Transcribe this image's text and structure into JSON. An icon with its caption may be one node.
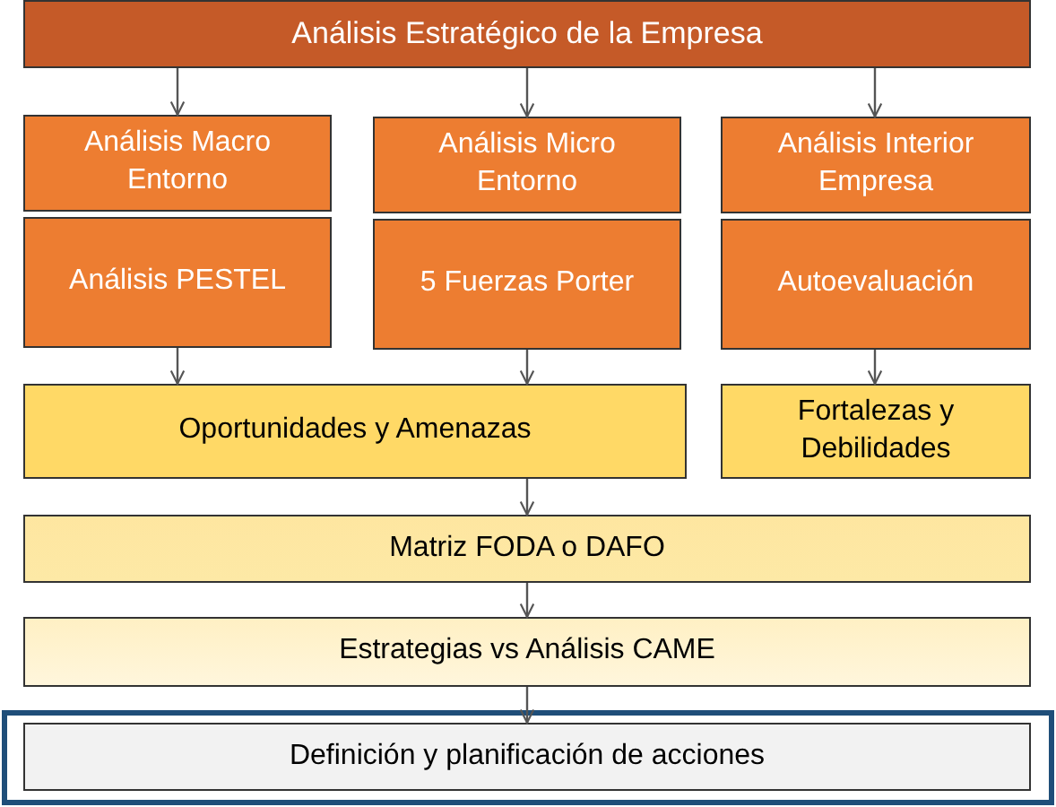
{
  "diagram": {
    "nodes": [
      {
        "text": [
          "Análisis Estratégico de la Empresa"
        ]
      },
      {
        "text": [
          "Análisis Macro Entorno"
        ]
      },
      {
        "text": [
          "Análisis PESTEL"
        ]
      },
      {
        "text": [
          "Análisis Micro Entorno"
        ]
      },
      {
        "text": [
          "5 Fuerzas Porter"
        ]
      },
      {
        "text": [
          "Análisis Interior Empresa"
        ]
      },
      {
        "text": [
          "Autoevaluación"
        ]
      },
      {
        "text": [
          "Oportunidades y Amenazas"
        ]
      },
      {
        "text": [
          "Fortalezas y Debilidades"
        ]
      },
      {
        "text": [
          "Matriz FODA o DAFO"
        ]
      },
      {
        "text": [
          "Estrategias vs Análisis CAME"
        ]
      },
      {
        "text": [],
        "shape": "box"
      },
      {
        "text": [
          "Definición y planificación de acciones"
        ],
        "in": 11
      }
    ],
    "edges": [
      {
        "from": 0,
        "to": 1,
        "arrow": "to"
      },
      {
        "from": 0,
        "to": 3,
        "arrow": "to"
      },
      {
        "from": 0,
        "to": 5,
        "arrow": "to"
      },
      {
        "from": 2,
        "to": 7,
        "arrow": "to"
      },
      {
        "from": 4,
        "to": 7,
        "arrow": "to"
      },
      {
        "from": 6,
        "to": 8,
        "arrow": "to"
      },
      {
        "from": 7,
        "to": 9,
        "arrow": "to"
      },
      {
        "from": 9,
        "to": 10,
        "arrow": "to"
      },
      {
        "from": 10,
        "to": 12,
        "arrow": "to"
      }
    ]
  }
}
